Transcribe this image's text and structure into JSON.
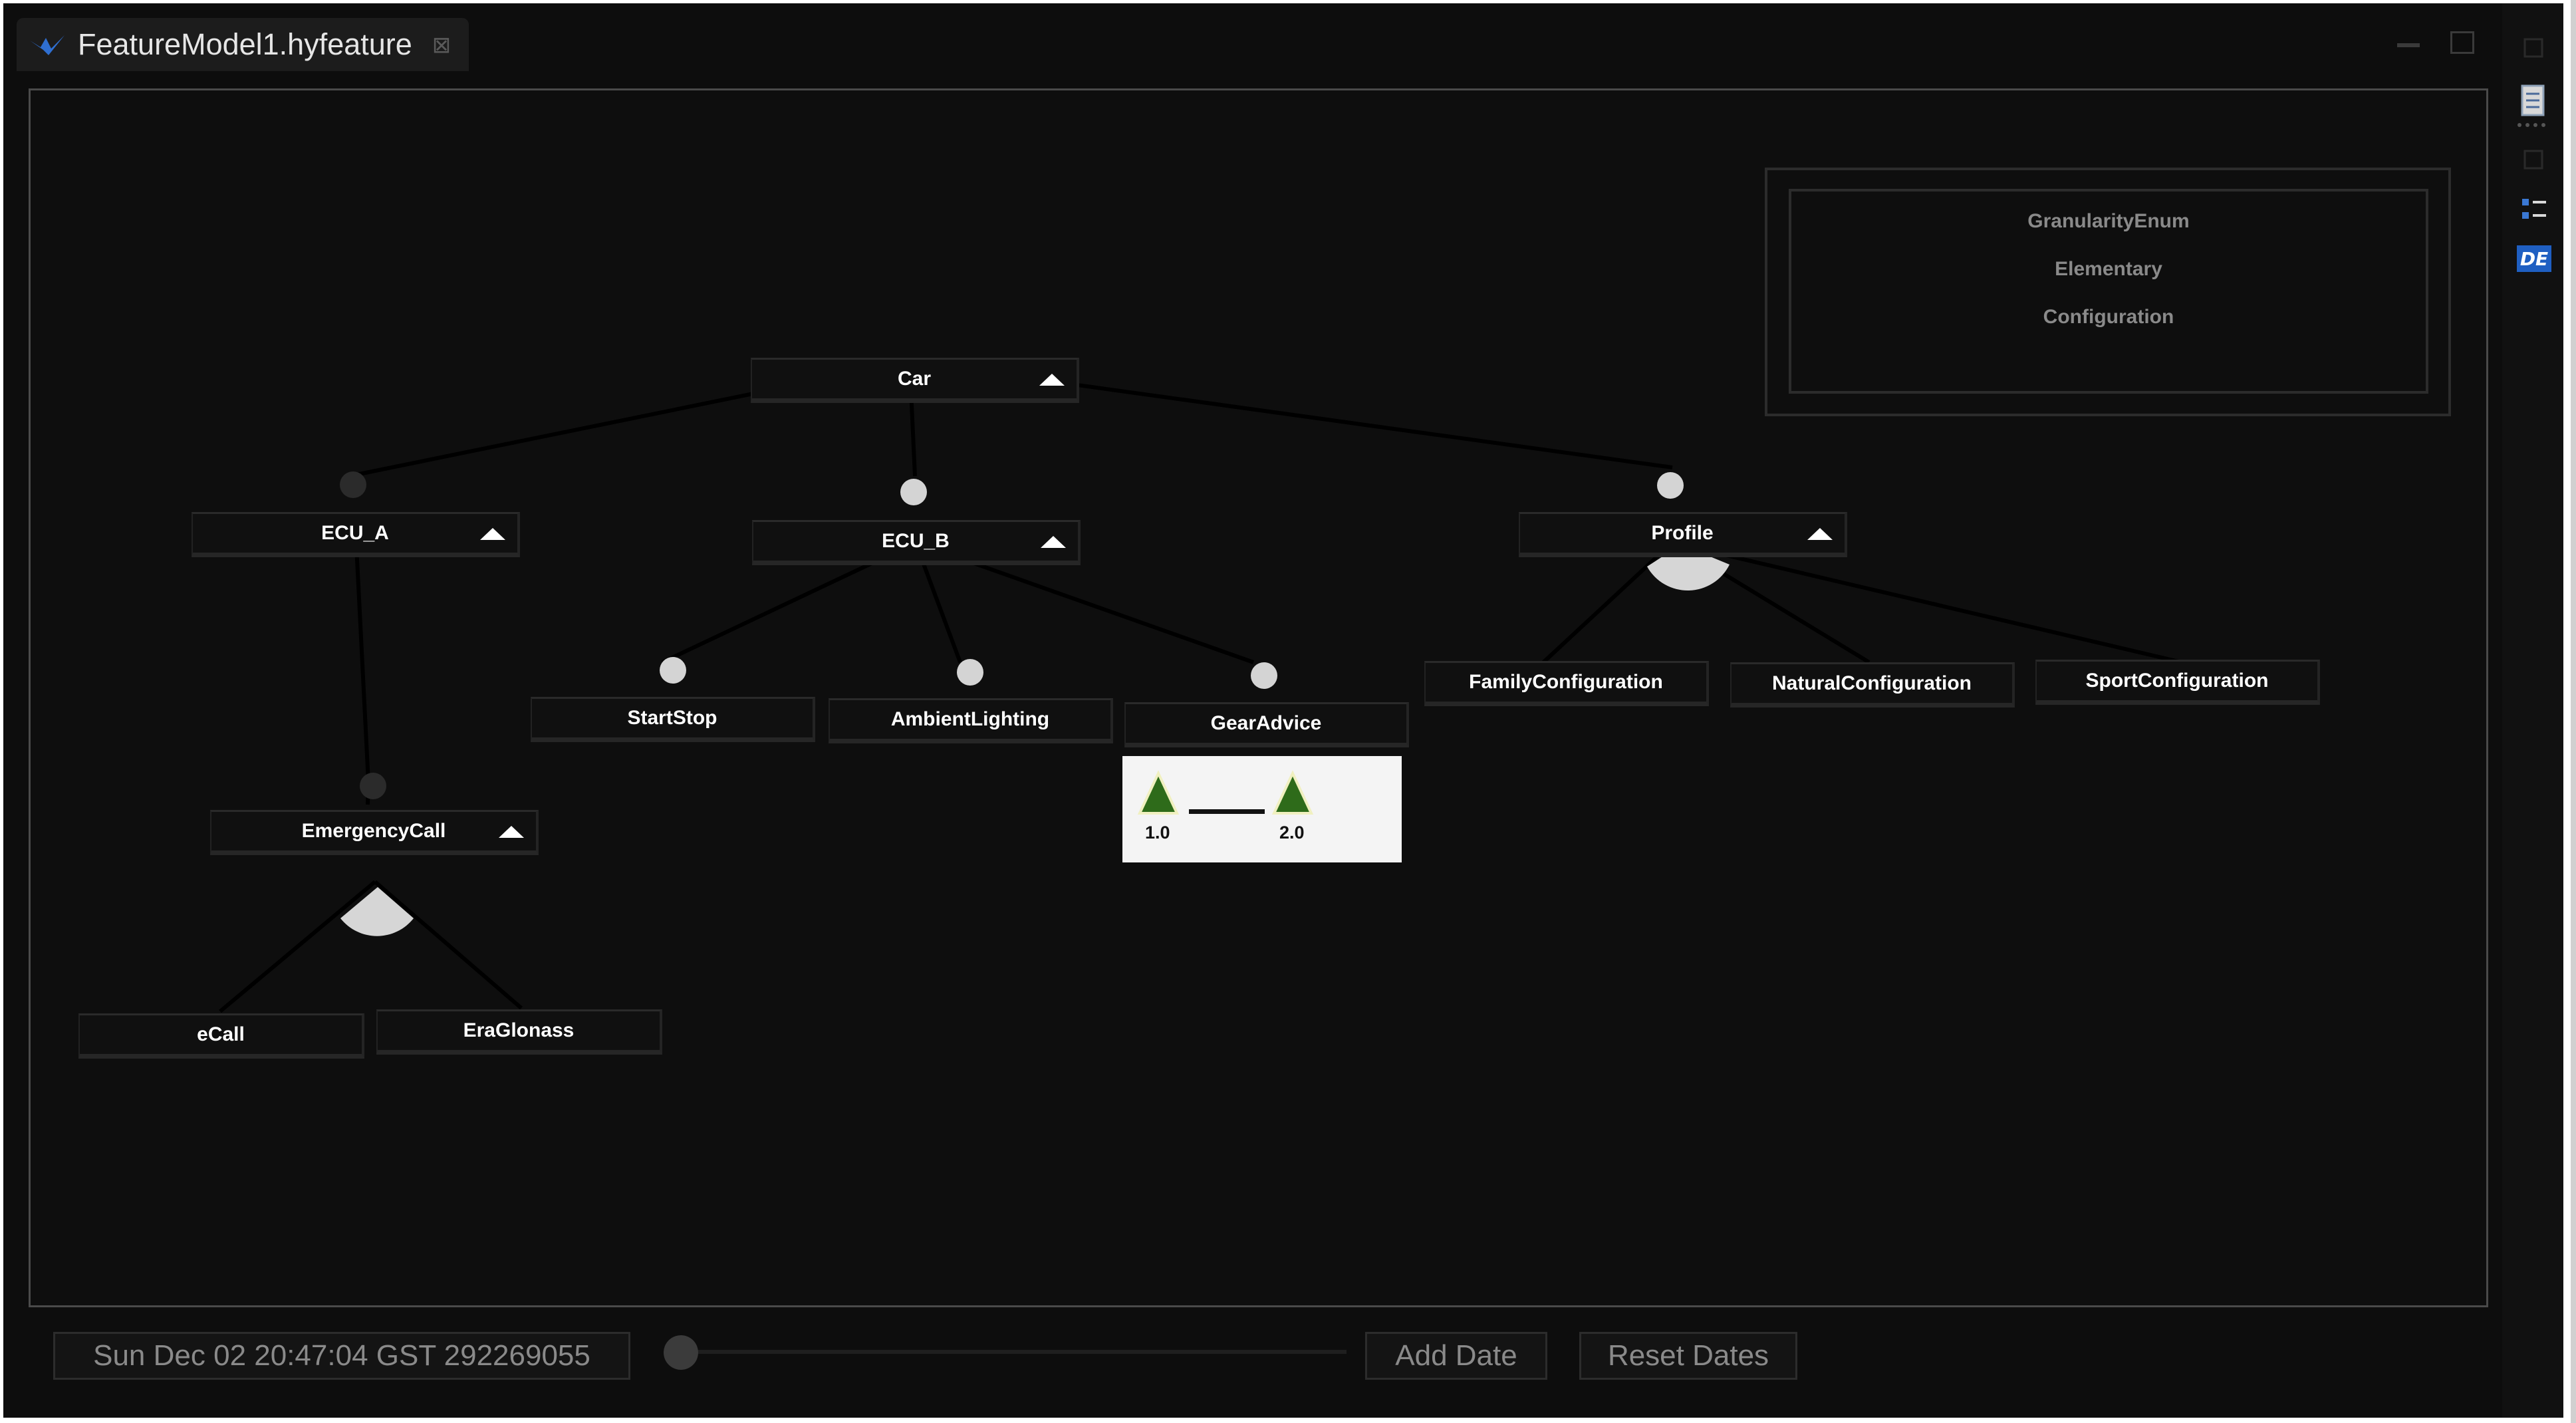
{
  "editor": {
    "tab_title": "FeatureModel1.hyfeature",
    "tab_close_glyph": "⊠"
  },
  "nodes": {
    "car": "Car",
    "ecu_a": "ECU_A",
    "ecu_b": "ECU_B",
    "profile": "Profile",
    "start_stop": "StartStop",
    "ambient_lighting": "AmbientLighting",
    "gear_advice": "GearAdvice",
    "family_configuration": "FamilyConfiguration",
    "natural_configuration": "NaturalConfiguration",
    "sport_configuration": "SportConfiguration",
    "emergency_call": "EmergencyCall",
    "ecall": "eCall",
    "era_glonass": "EraGlonass"
  },
  "legend": {
    "items": [
      "GranularityEnum",
      "Elementary",
      "Configuration"
    ]
  },
  "gear_advice_versions": [
    "1.0",
    "2.0"
  ],
  "timeline": {
    "date": "Sun Dec 02 20:47:04 GST 292269055",
    "add_date": "Add Date",
    "reset_dates": "Reset Dates"
  },
  "colors": {
    "background": "#0d0d0d",
    "node_text": "#ffffff",
    "optional_marker": "#d4d4d4",
    "mandatory_marker": "#2b2b2b",
    "version_marker": "#2e6b1a"
  },
  "sidebar_icons": [
    "collapsed-view-icon",
    "document-icon",
    "collapsed-view-icon-2",
    "outline-icon",
    "de-icon"
  ]
}
